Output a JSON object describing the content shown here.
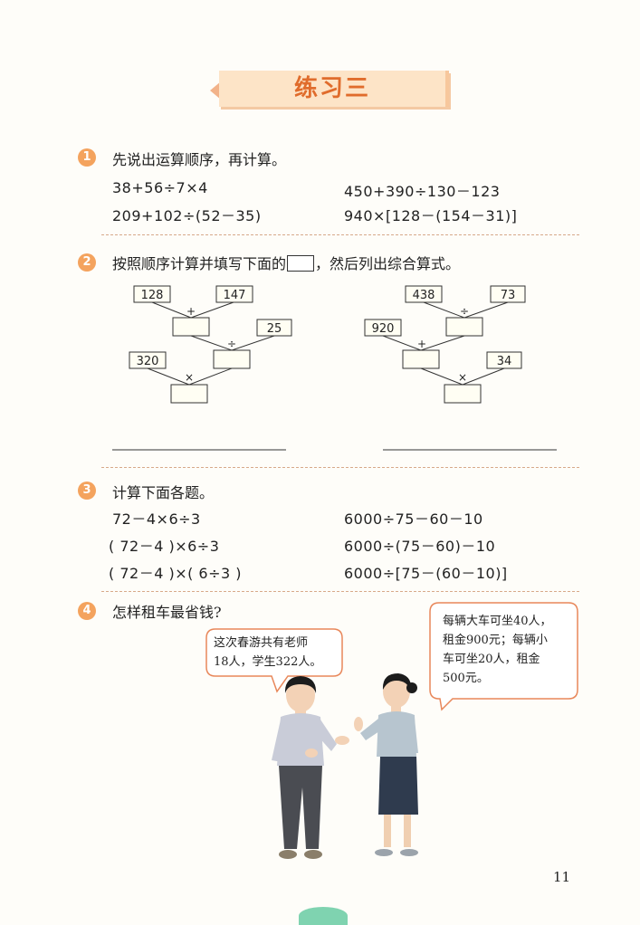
{
  "title": "练习三",
  "page_number": "11",
  "colors": {
    "accent": "#f4a35e",
    "title_text": "#e06c2c",
    "title_bg": "#fde4c7",
    "divider": "#d7a98a"
  },
  "exercise1": {
    "number": "1",
    "prompt": "先说出运算顺序，再计算。",
    "items": [
      "38+56÷7×4",
      "450+390÷130－123",
      "209+102÷(52－35)",
      "940×[128－(154－31)]"
    ]
  },
  "exercise2": {
    "number": "2",
    "prompt_before": "按照顺序计算并填写下面的",
    "prompt_after": "，然后列出综合算式。",
    "left_tree": {
      "a": "128",
      "b": "147",
      "op1": "+",
      "c": "25",
      "op2": "÷",
      "d": "320",
      "op3": "×"
    },
    "right_tree": {
      "a": "438",
      "b": "73",
      "op1": "÷",
      "c": "920",
      "op2": "+",
      "d": "34",
      "op3": "×"
    }
  },
  "exercise3": {
    "number": "3",
    "prompt": "计算下面各题。",
    "items": [
      "72－4×6÷3",
      "6000÷75－60－10",
      "( 72－4 )×6÷3",
      "6000÷(75－60)－10",
      "( 72－4 )×( 6÷3 )",
      "6000÷[75－(60－10)]"
    ]
  },
  "exercise4": {
    "number": "4",
    "prompt": "怎样租车最省钱?",
    "bubble_left": [
      "这次春游共有老师",
      "18人，学生322人。"
    ],
    "bubble_right": [
      "每辆大车可坐40人，",
      "租金900元；每辆小",
      "车可坐20人，租金",
      "500元。"
    ]
  }
}
